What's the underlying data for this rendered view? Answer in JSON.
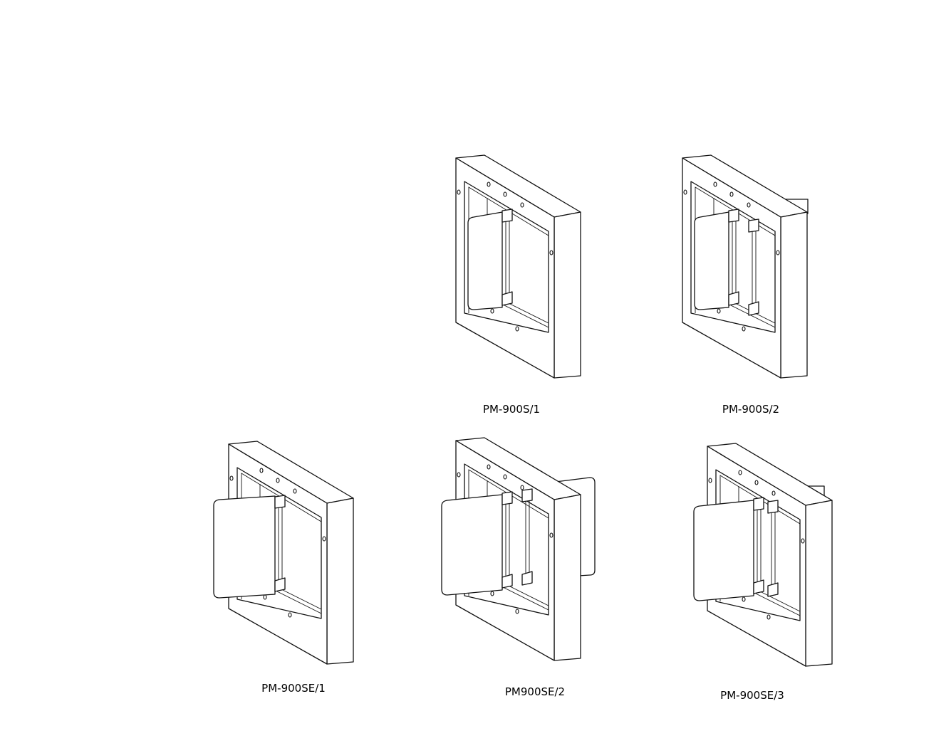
{
  "models": [
    {
      "id": "s1",
      "label": "PM-900S/1",
      "variant": "single-gate"
    },
    {
      "id": "s2",
      "label": "PM-900S/2",
      "variant": "double-gate"
    },
    {
      "id": "se1",
      "label": "PM-900SE/1",
      "variant": "extended-single"
    },
    {
      "id": "se2",
      "label": "PM900SE/2",
      "variant": "extended-double"
    },
    {
      "id": "se3",
      "label": "PM-900SE/3",
      "variant": "extended-triple"
    }
  ]
}
